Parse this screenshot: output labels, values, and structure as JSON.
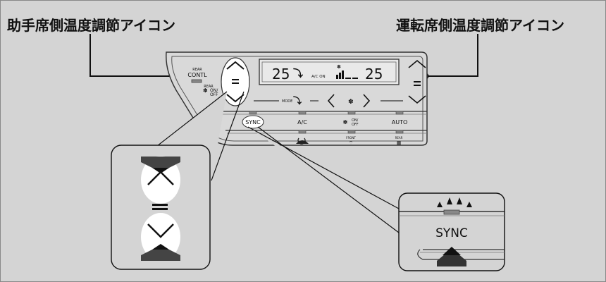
{
  "callouts": {
    "passenger_temp_icon": "助手席側温度調節アイコン",
    "driver_temp_icon": "運転席側温度調節アイコン"
  },
  "panel": {
    "rear_control": {
      "small": "REAR",
      "big": "CONTL"
    },
    "rear_fan": {
      "line1": "REAR",
      "line2": "ON/",
      "line3": "OFF"
    },
    "display": {
      "left_temp": "25",
      "right_temp": "25",
      "ac_on": "A/C ON"
    },
    "mode_label": "MODE",
    "buttons": {
      "sync": "SYNC",
      "ac": "A/C",
      "fan_on": "ON/",
      "fan_off": "OFF",
      "auto": "AUTO",
      "front": "FRONT",
      "rear": "REAR"
    }
  },
  "zoom_sync": {
    "label": "SYNC"
  },
  "colors": {
    "background": "#d4d4d4",
    "panel": "#d9d9d9",
    "ink": "#111111",
    "white": "#ffffff"
  }
}
